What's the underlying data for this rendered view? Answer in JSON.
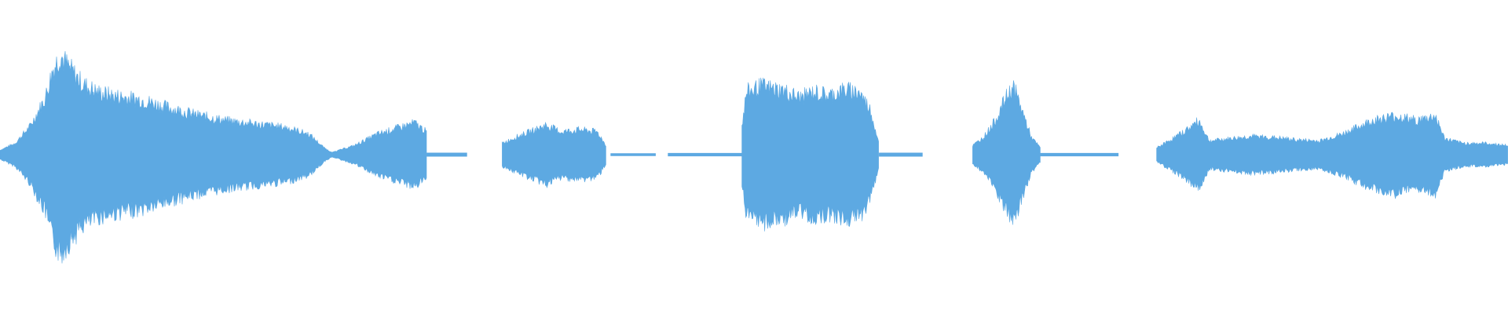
{
  "waveform": {
    "color": "#5DA9E2",
    "background": "#ffffff",
    "segments": [
      {
        "start": 0.0,
        "end": 0.283,
        "envelope": [
          [
            0.0,
            0.04
          ],
          [
            0.01,
            0.1
          ],
          [
            0.02,
            0.25
          ],
          [
            0.03,
            0.5
          ],
          [
            0.035,
            0.75
          ],
          [
            0.04,
            0.88
          ],
          [
            0.045,
            0.78
          ],
          [
            0.055,
            0.62
          ],
          [
            0.065,
            0.55
          ],
          [
            0.075,
            0.52
          ],
          [
            0.085,
            0.5
          ],
          [
            0.095,
            0.48
          ],
          [
            0.11,
            0.42
          ],
          [
            0.13,
            0.35
          ],
          [
            0.15,
            0.3
          ],
          [
            0.17,
            0.27
          ],
          [
            0.19,
            0.24
          ],
          [
            0.205,
            0.18
          ],
          [
            0.215,
            0.06
          ],
          [
            0.22,
            0.02
          ],
          [
            0.235,
            0.08
          ],
          [
            0.25,
            0.18
          ],
          [
            0.265,
            0.24
          ],
          [
            0.275,
            0.28
          ],
          [
            0.283,
            0.2
          ]
        ]
      },
      {
        "start": 0.283,
        "end": 0.31,
        "envelope": [
          [
            0.283,
            0.015
          ],
          [
            0.31,
            0.015
          ]
        ]
      },
      {
        "start": 0.333,
        "end": 0.402,
        "envelope": [
          [
            0.333,
            0.1
          ],
          [
            0.343,
            0.16
          ],
          [
            0.355,
            0.22
          ],
          [
            0.362,
            0.26
          ],
          [
            0.372,
            0.2
          ],
          [
            0.385,
            0.22
          ],
          [
            0.396,
            0.2
          ],
          [
            0.402,
            0.08
          ]
        ]
      },
      {
        "start": 0.405,
        "end": 0.435,
        "envelope": [
          [
            0.405,
            0.01
          ],
          [
            0.435,
            0.01
          ]
        ]
      },
      {
        "start": 0.443,
        "end": 0.492,
        "envelope": [
          [
            0.443,
            0.012
          ],
          [
            0.492,
            0.012
          ]
        ]
      },
      {
        "start": 0.492,
        "end": 0.583,
        "envelope": [
          [
            0.492,
            0.25
          ],
          [
            0.495,
            0.55
          ],
          [
            0.505,
            0.6
          ],
          [
            0.52,
            0.56
          ],
          [
            0.53,
            0.5
          ],
          [
            0.54,
            0.55
          ],
          [
            0.55,
            0.52
          ],
          [
            0.56,
            0.57
          ],
          [
            0.57,
            0.55
          ],
          [
            0.577,
            0.4
          ],
          [
            0.583,
            0.1
          ]
        ]
      },
      {
        "start": 0.583,
        "end": 0.612,
        "envelope": [
          [
            0.583,
            0.015
          ],
          [
            0.612,
            0.015
          ]
        ]
      },
      {
        "start": 0.645,
        "end": 0.69,
        "envelope": [
          [
            0.645,
            0.08
          ],
          [
            0.652,
            0.15
          ],
          [
            0.66,
            0.3
          ],
          [
            0.667,
            0.5
          ],
          [
            0.672,
            0.6
          ],
          [
            0.677,
            0.42
          ],
          [
            0.684,
            0.15
          ],
          [
            0.69,
            0.06
          ]
        ]
      },
      {
        "start": 0.69,
        "end": 0.742,
        "envelope": [
          [
            0.69,
            0.012
          ],
          [
            0.742,
            0.012
          ]
        ]
      },
      {
        "start": 0.767,
        "end": 1.0,
        "envelope": [
          [
            0.767,
            0.06
          ],
          [
            0.775,
            0.12
          ],
          [
            0.785,
            0.2
          ],
          [
            0.795,
            0.3
          ],
          [
            0.802,
            0.12
          ],
          [
            0.815,
            0.14
          ],
          [
            0.83,
            0.16
          ],
          [
            0.845,
            0.15
          ],
          [
            0.86,
            0.13
          ],
          [
            0.875,
            0.12
          ],
          [
            0.89,
            0.18
          ],
          [
            0.91,
            0.3
          ],
          [
            0.925,
            0.34
          ],
          [
            0.94,
            0.3
          ],
          [
            0.952,
            0.34
          ],
          [
            0.958,
            0.14
          ],
          [
            0.97,
            0.1
          ],
          [
            0.985,
            0.1
          ],
          [
            1.0,
            0.08
          ]
        ]
      }
    ]
  }
}
